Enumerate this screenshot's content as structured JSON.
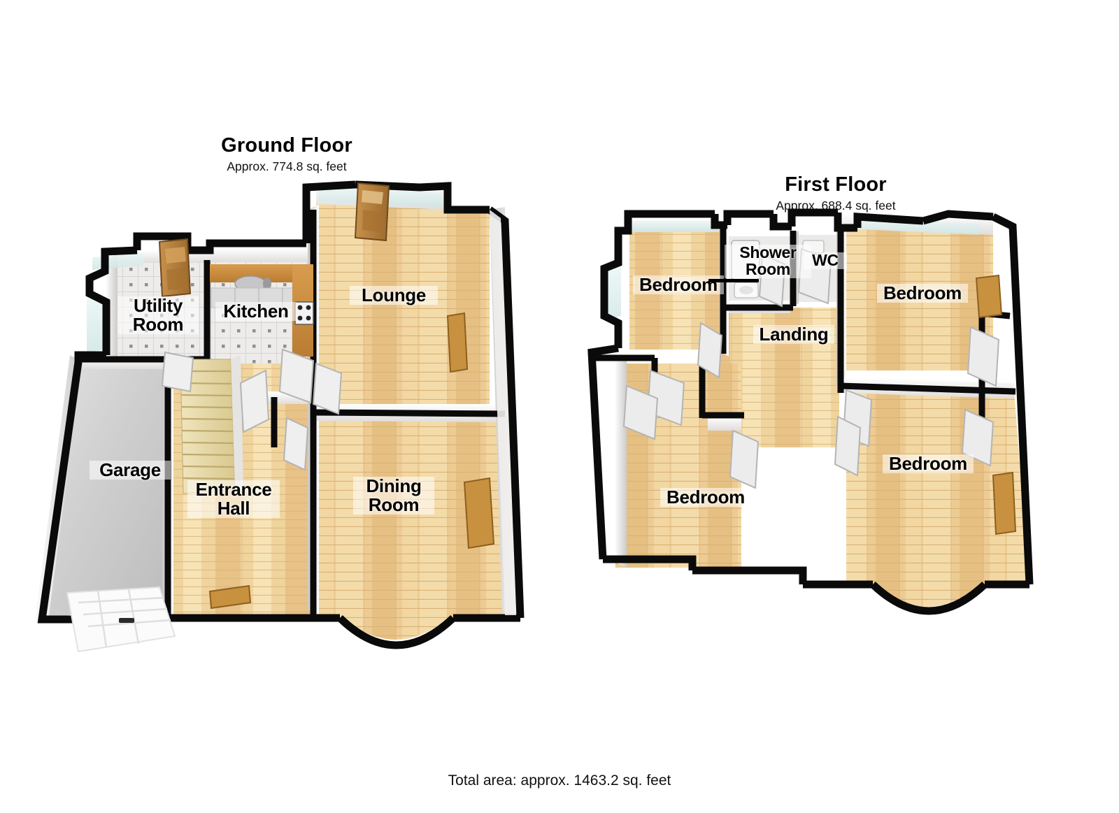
{
  "document": {
    "type": "floor-plan",
    "total_area_text": "Total area: approx. 1463.2 sq. feet"
  },
  "floors": [
    {
      "id": "ground",
      "title": "Ground Floor",
      "area_text": "Approx. 774.8 sq. feet",
      "rooms": [
        {
          "name": "Utility Room",
          "label": "Utility\nRoom",
          "floor_finish": "tile"
        },
        {
          "name": "Kitchen",
          "label": "Kitchen",
          "floor_finish": "tile"
        },
        {
          "name": "Lounge",
          "label": "Lounge",
          "floor_finish": "wood"
        },
        {
          "name": "Garage",
          "label": "Garage",
          "floor_finish": "concrete"
        },
        {
          "name": "Entrance Hall",
          "label": "Entrance\nHall",
          "floor_finish": "wood"
        },
        {
          "name": "Dining Room",
          "label": "Dining\nRoom",
          "floor_finish": "wood"
        }
      ]
    },
    {
      "id": "first",
      "title": "First Floor",
      "area_text": "Approx. 688.4 sq. feet",
      "rooms": [
        {
          "name": "Bedroom 1",
          "label": "Bedroom",
          "floor_finish": "wood"
        },
        {
          "name": "Shower Room",
          "label": "Shower\nRoom",
          "floor_finish": "tile"
        },
        {
          "name": "WC",
          "label": "WC",
          "floor_finish": "tile"
        },
        {
          "name": "Bedroom 2",
          "label": "Bedroom",
          "floor_finish": "wood"
        },
        {
          "name": "Landing",
          "label": "Landing",
          "floor_finish": "wood"
        },
        {
          "name": "Bedroom 3",
          "label": "Bedroom",
          "floor_finish": "wood"
        },
        {
          "name": "Bedroom 4",
          "label": "Bedroom",
          "floor_finish": "wood"
        }
      ]
    }
  ],
  "colors": {
    "wall_outline": "#0a0a0a",
    "wall_face": "#f2f1f0",
    "wall_side": "#d8d6d4",
    "wood_floor": "#ecc98e",
    "wood_floor_light": "#f6dfb0",
    "tile_floor": "#eceae6",
    "concrete_floor": "#cfcfcf",
    "glass": "#dff0ee",
    "door_wood": "#b8813f",
    "text": "#000000",
    "background": "#ffffff"
  }
}
